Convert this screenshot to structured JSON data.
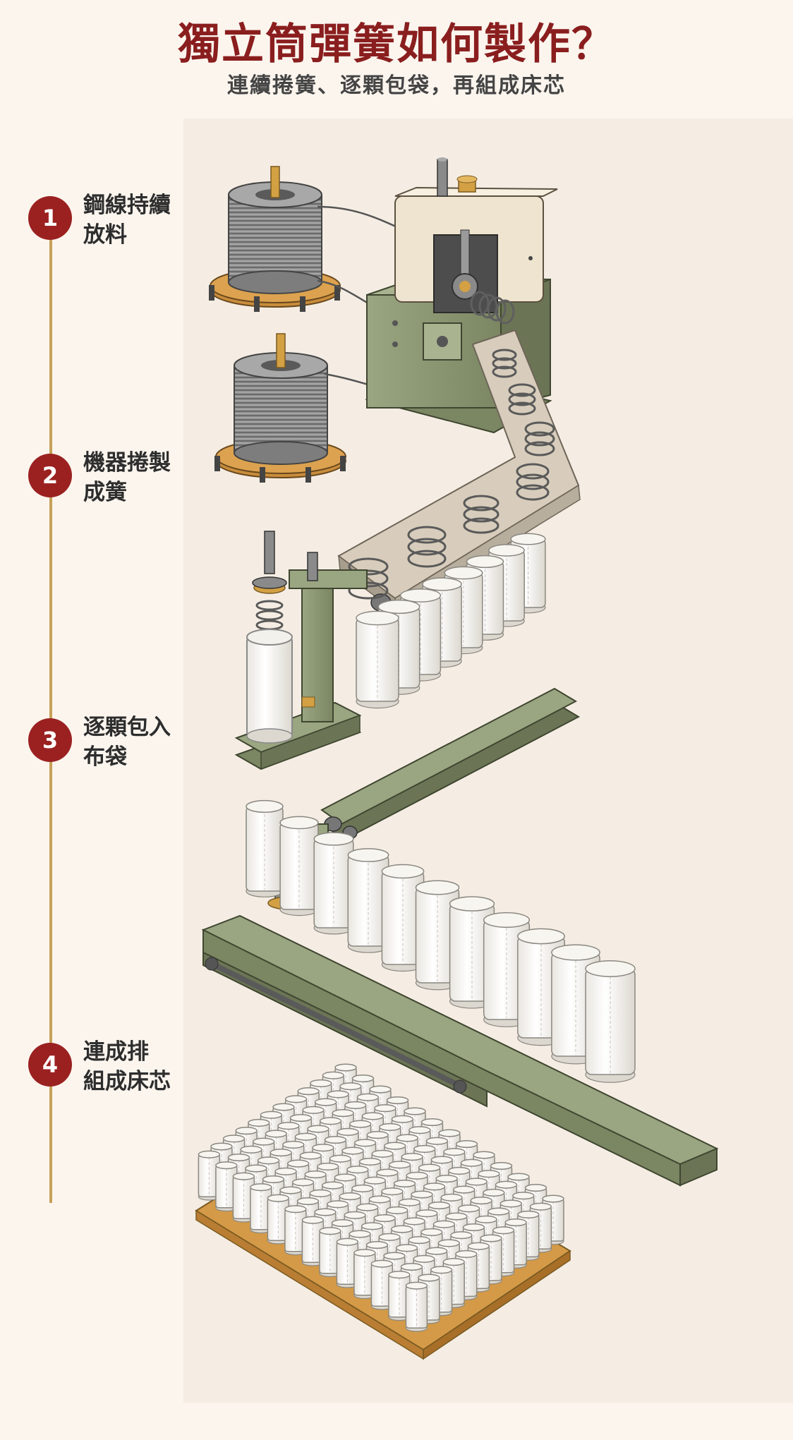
{
  "title": "獨立筒彈簧如何製作？",
  "subtitle": "連續捲簧、逐顆包袋，再組成床芯",
  "steps": [
    {
      "number": "1",
      "line1": "鋼線持續",
      "line2": "放料"
    },
    {
      "number": "2",
      "line1": "機器捲製",
      "line2": "成簧"
    },
    {
      "number": "3",
      "line1": "逐顆包入",
      "line2": "布袋"
    },
    {
      "number": "4",
      "line1": "連成排",
      "line2": "組成床芯"
    }
  ],
  "colors": {
    "title": "#8a1e1e",
    "badge": "#9b2121",
    "timeline": "#c7a058",
    "machine_green": "#8b9672",
    "machine_cream": "#efe4cf",
    "wood": "#d49a47",
    "fabric": "#ffffff"
  }
}
